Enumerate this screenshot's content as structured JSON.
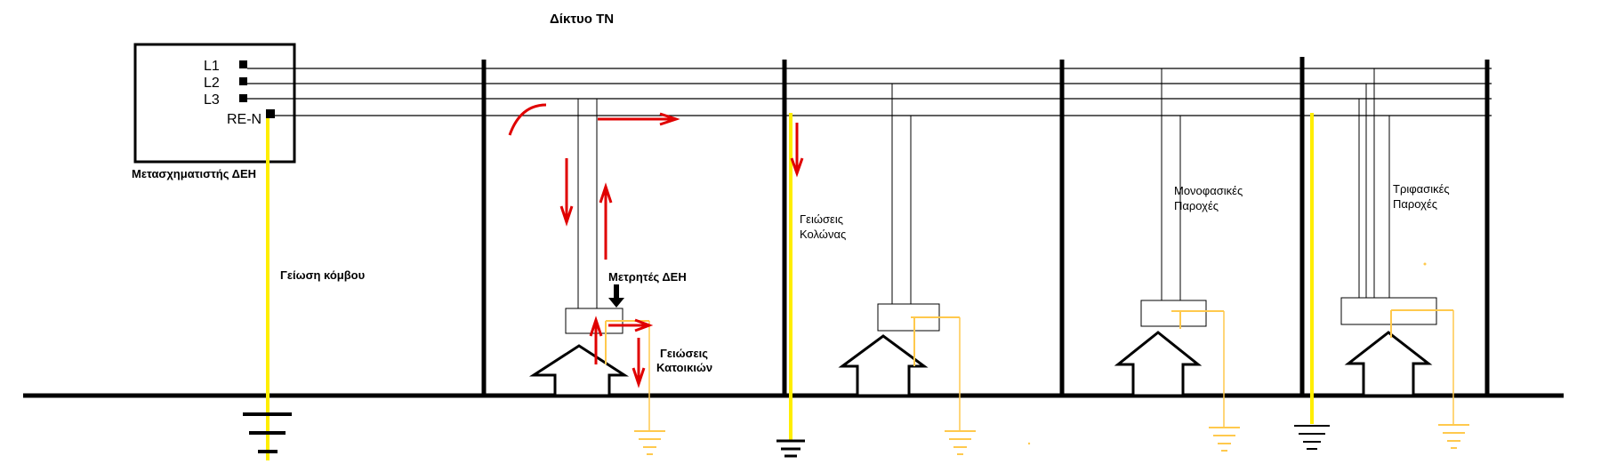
{
  "title": "Δίκτυο TN",
  "transformer": {
    "caption": "Μετασχηματιστής ΔΕΗ",
    "terminals": [
      "L1",
      "L2",
      "L3",
      "RE-N"
    ]
  },
  "labels": {
    "node_earth": "Γείωση κόμβου",
    "meter": "Μετρητές ΔΕΗ",
    "house_earth_1": "Γειώσεις",
    "house_earth_2": "Κατοικιών",
    "pole_earth_1": "Γειώσεις",
    "pole_earth_2": "Κολώνας",
    "single_phase_1": "Μονοφασικές",
    "single_phase_2": "Παροχές",
    "three_phase_1": "Τριφασικές",
    "three_phase_2": "Παροχές"
  },
  "colors": {
    "line": "#000000",
    "earth_conductor": "#ffee00",
    "house_earth": "#ffc94d",
    "current_arrow": "#e00000"
  }
}
